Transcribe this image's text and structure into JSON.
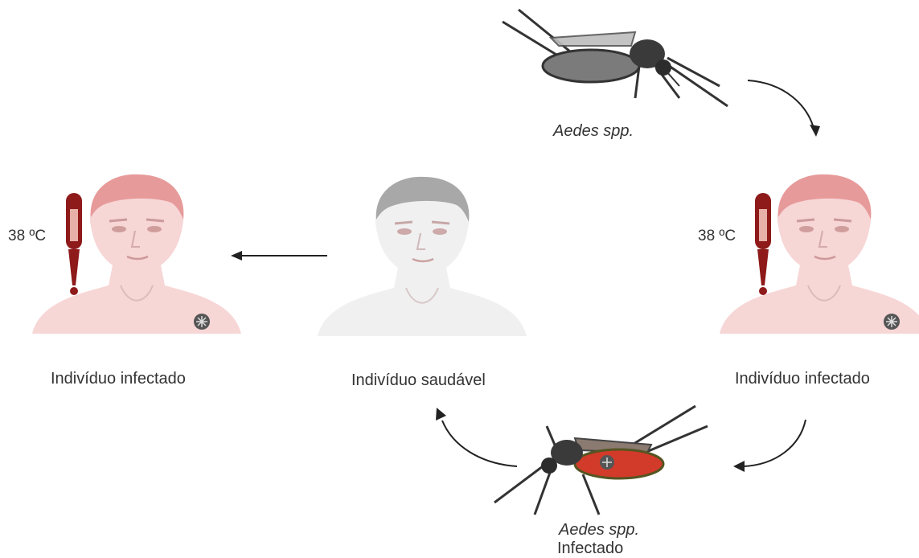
{
  "top_mosquito": {
    "species": "Aedes spp."
  },
  "bottom_mosquito": {
    "species": "Aedes spp.",
    "status": "Infectado"
  },
  "left_person": {
    "label": "Indivíduo infectado",
    "temperature": "38 ºC"
  },
  "center_person": {
    "label": "Indivíduo saudável"
  },
  "right_person": {
    "label": "Indivíduo infectado",
    "temperature": "38 ºC"
  },
  "colors": {
    "infected_skin": "#f7d6d6",
    "infected_hair": "#e79a9a",
    "healthy_skin": "#f0f0f0",
    "healthy_hair": "#a8a8a8",
    "thermometer": "#8e1a1a",
    "infected_mosquito_body": "#d23a2a",
    "arrow": "#222222"
  }
}
